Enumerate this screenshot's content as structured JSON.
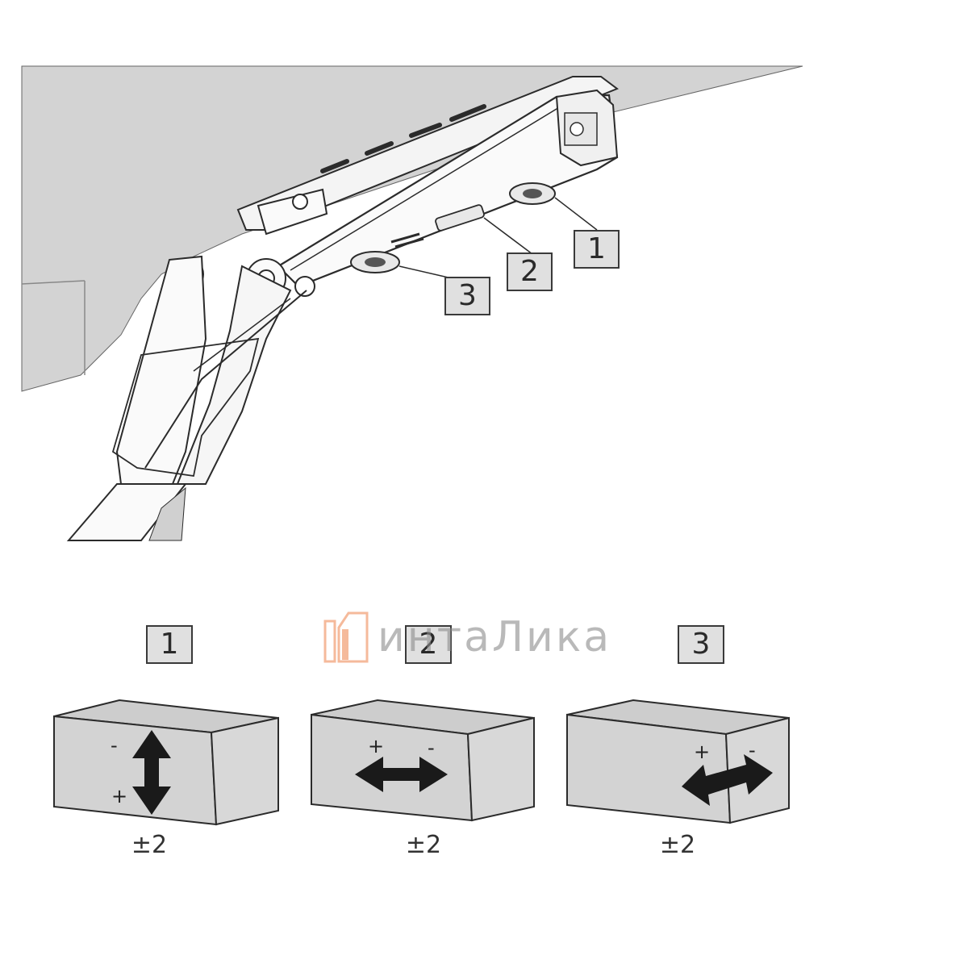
{
  "callouts": {
    "drawing": [
      "1",
      "2",
      "3"
    ],
    "legend": [
      "1",
      "2",
      "3"
    ]
  },
  "adjustments": [
    {
      "number": "1",
      "direction": "vertical",
      "minus": "-",
      "plus": "+",
      "tolerance": "±2"
    },
    {
      "number": "2",
      "direction": "horizontal-lateral",
      "minus": "-",
      "plus": "+",
      "tolerance": "±2"
    },
    {
      "number": "3",
      "direction": "depth",
      "minus": "-",
      "plus": "+",
      "tolerance": "±2"
    }
  ],
  "watermark": {
    "text": "интаЛика"
  },
  "colors": {
    "panel_gray": "#d0d0d0",
    "line": "#2b2b2b",
    "callout_fill": "#e0e0e0",
    "logo_orange": "#f2a37a"
  },
  "icons": [
    "double-arrow-vertical-icon",
    "double-arrow-horizontal-icon",
    "double-arrow-depth-icon"
  ]
}
